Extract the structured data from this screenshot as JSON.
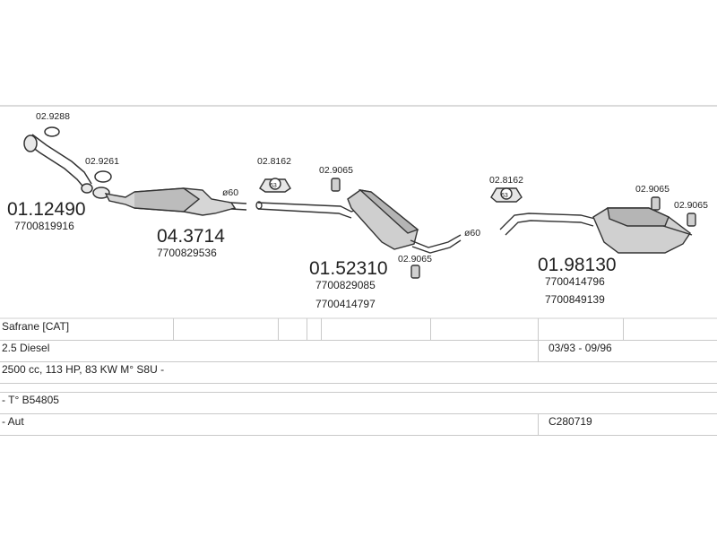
{
  "parts": {
    "p_029288": "02.9288",
    "p_029261": "02.9261",
    "p_0112490": "01.12490",
    "p_7700819916": "7700819916",
    "p_043714": "04.3714",
    "p_7700829536": "7700829536",
    "p_028162_a": "02.8162",
    "p_029065_a": "02.9065",
    "p_0152310": "01.52310",
    "p_7700829085": "7700829085",
    "p_7700414797": "7700414797",
    "p_029065_b": "02.9065",
    "p_028162_b": "02.8162",
    "p_0198130": "01.98130",
    "p_7700414796": "7700414796",
    "p_7700849139": "7700849139",
    "p_029065_c": "02.9065",
    "p_029065_d": "02.9065",
    "dia_a": "ø60",
    "dia_b": "ø60",
    "clamp_a": "63",
    "clamp_b": "63"
  },
  "table": {
    "model": "Safrane  [CAT]",
    "engine": "2.5 Diesel",
    "years": "03/93 - 09/96",
    "spec": "2500 cc, 113 HP, 83 KW M° S8U -",
    "type": "- T° B54805",
    "gearbox": "- Aut",
    "code": "C280719"
  }
}
